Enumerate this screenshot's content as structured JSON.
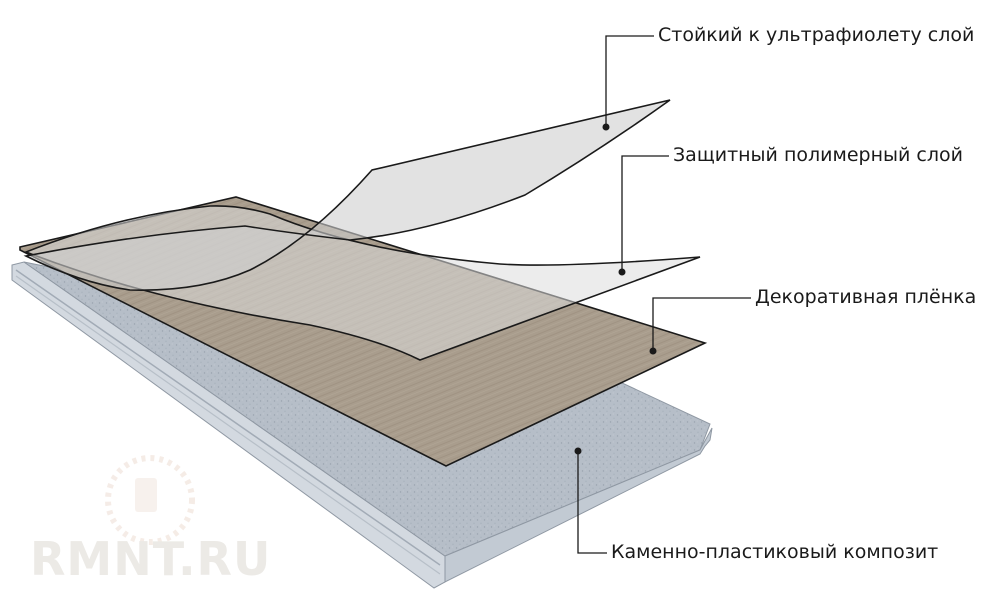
{
  "labels": {
    "uv_layer": "Стойкий к ультрафиолету слой",
    "polymer_layer": "Защитный полимерный слой",
    "decor_film": "Декоративная плёнка",
    "composite_base": "Каменно-пластиковый композит"
  },
  "watermark": "RMNT.RU",
  "colors": {
    "base_top": "#b4bcc6",
    "base_side": "#cfd6de",
    "decor_film": "#a89c8c",
    "clear_layers": "#d4d4d4",
    "outline": "#1a1a1a"
  }
}
